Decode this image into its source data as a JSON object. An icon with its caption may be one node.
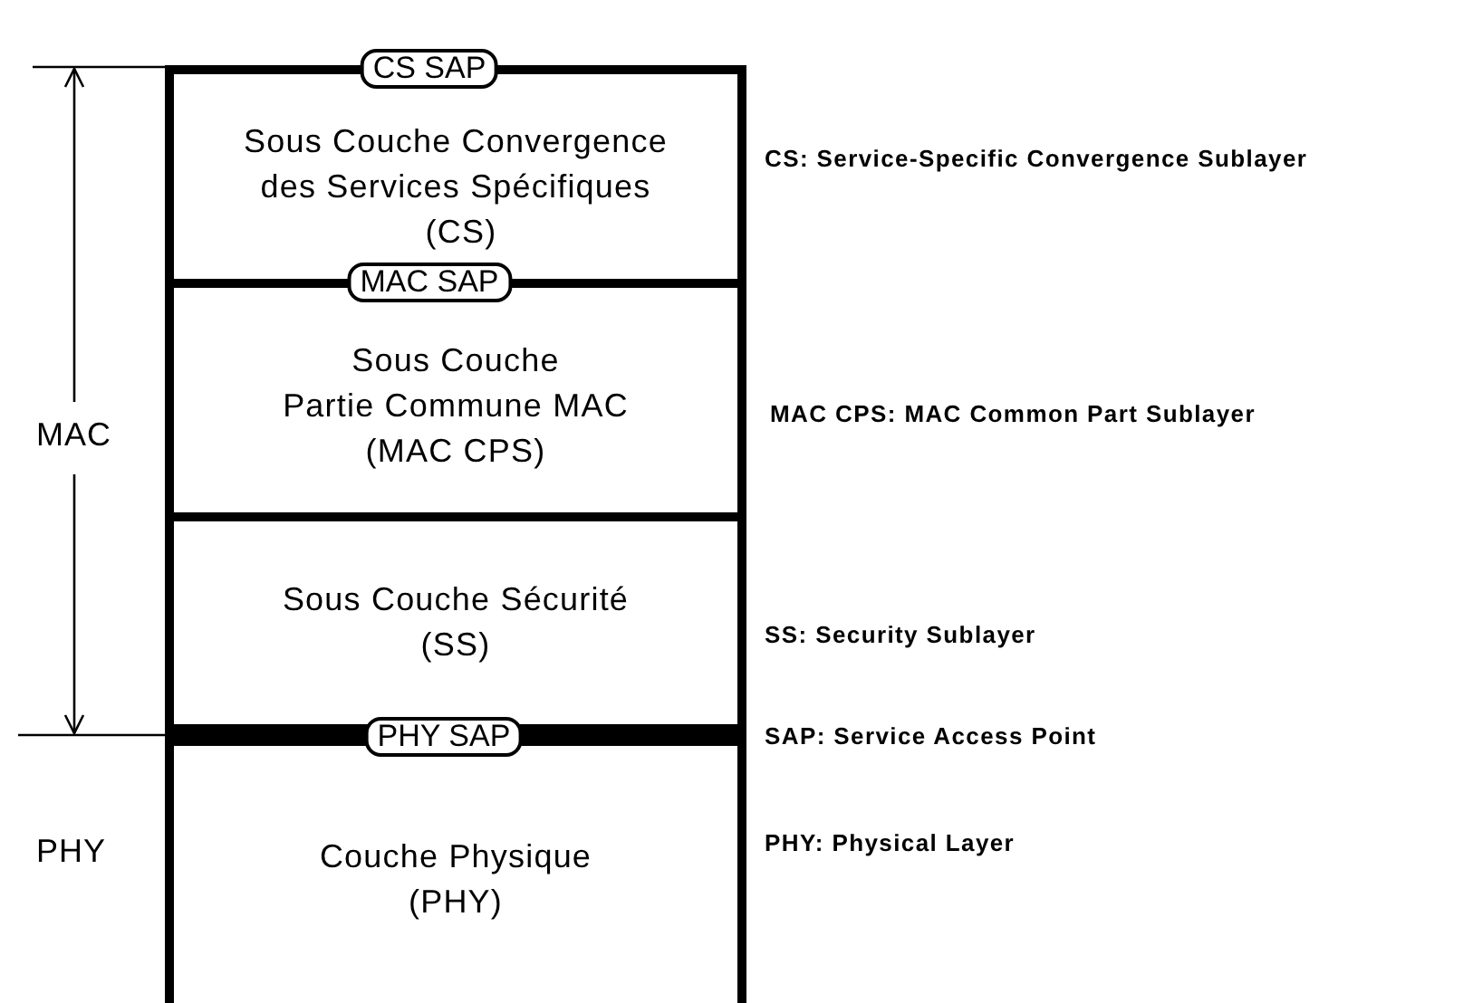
{
  "diagram": {
    "nodes": [
      {
        "text": [
          "Sous Couche Convergence des Services Spécifiques",
          "(CS)"
        ]
      },
      {
        "text": [
          "Sous Couche",
          "Partie Commune MAC",
          "(MAC CPS)"
        ]
      },
      {
        "text": [
          "Sous Couche Sécurité",
          "(SS)"
        ]
      },
      {
        "text": [
          "Couche Physique",
          "(PHY)"
        ]
      },
      {
        "text": [
          "CS SAP"
        ]
      },
      {
        "text": [
          "MAC SAP"
        ]
      },
      {
        "text": [
          "PHY SAP"
        ]
      }
    ],
    "labels": [
      "CS: Service-Specific Convergence Sublayer",
      "MAC",
      "MAC CPS: MAC Common Part Sublayer",
      "SS: Security Sublayer",
      "SAP: Service Access Point",
      "PHY",
      "PHY: Physical Layer"
    ]
  }
}
